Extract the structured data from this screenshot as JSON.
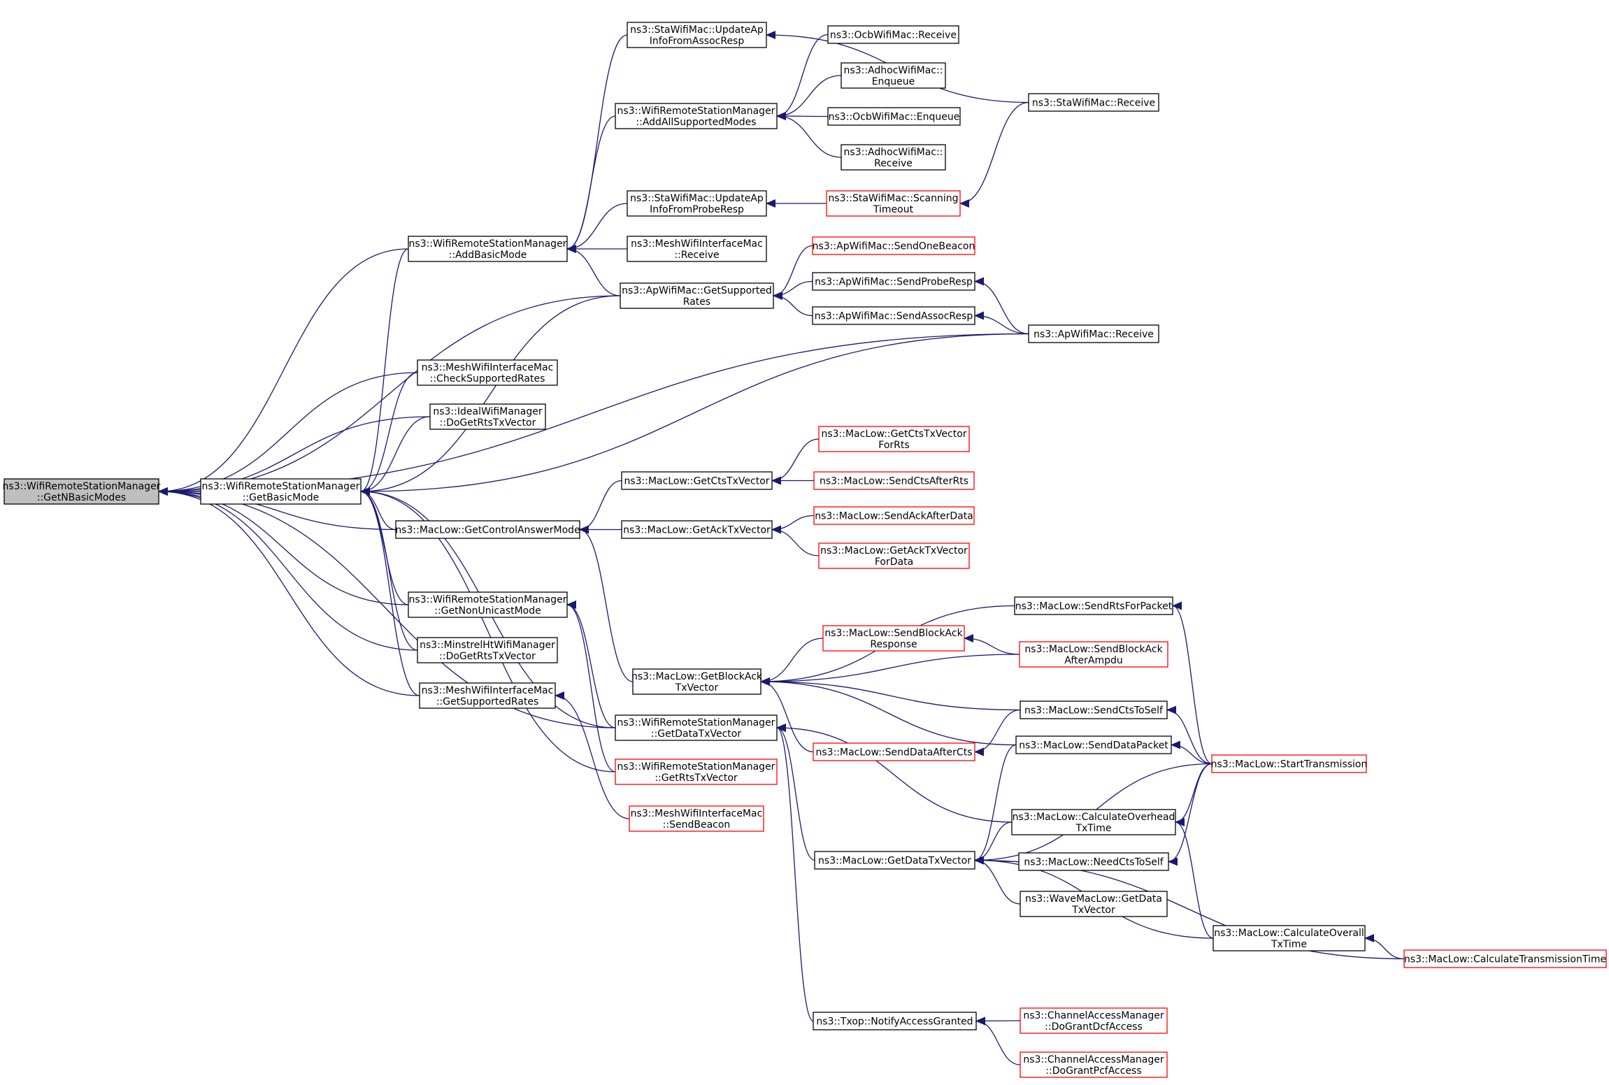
{
  "nodes": {
    "root": {
      "lines": [
        "ns3::WifiRemoteStationManager",
        "::GetNBasicModes"
      ],
      "style": "root"
    },
    "getBasicMode": {
      "lines": [
        "ns3::WifiRemoteStationManager",
        "::GetBasicMode"
      ],
      "style": "normal"
    },
    "addBasicMode": {
      "lines": [
        "ns3::WifiRemoteStationManager",
        "::AddBasicMode"
      ],
      "style": "normal"
    },
    "checkRates": {
      "lines": [
        "ns3::MeshWifiInterfaceMac",
        "::CheckSupportedRates"
      ],
      "style": "normal"
    },
    "idealRts": {
      "lines": [
        "ns3::IdealWifiManager",
        "::DoGetRtsTxVector"
      ],
      "style": "normal"
    },
    "nonUnicast": {
      "lines": [
        "ns3::WifiRemoteStationManager",
        "::GetNonUnicastMode"
      ],
      "style": "normal"
    },
    "minstrelRts": {
      "lines": [
        "ns3::MinstrelHtWifiManager",
        "::DoGetRtsTxVector"
      ],
      "style": "normal"
    },
    "meshSupRates": {
      "lines": [
        "ns3::MeshWifiInterfaceMac",
        "::GetSupportedRates"
      ],
      "style": "normal"
    },
    "staUpdAssoc": {
      "lines": [
        "ns3::StaWifiMac::UpdateAp",
        "InfoFromAssocResp"
      ],
      "style": "normal"
    },
    "addAllModes": {
      "lines": [
        "ns3::WifiRemoteStationManager",
        "::AddAllSupportedModes"
      ],
      "style": "normal"
    },
    "staUpdProbe": {
      "lines": [
        "ns3::StaWifiMac::UpdateAp",
        "InfoFromProbeResp"
      ],
      "style": "normal"
    },
    "meshReceive": {
      "lines": [
        "ns3::MeshWifiInterfaceMac",
        "::Receive"
      ],
      "style": "normal"
    },
    "apSupRates": {
      "lines": [
        "ns3::ApWifiMac::GetSupported",
        "Rates"
      ],
      "style": "normal"
    },
    "ctrlAnswer": {
      "lines": [
        "ns3::MacLow::GetControlAnswerMode"
      ],
      "style": "normal"
    },
    "getCtsTx": {
      "lines": [
        "ns3::MacLow::GetCtsTxVector"
      ],
      "style": "normal"
    },
    "getAckTx": {
      "lines": [
        "ns3::MacLow::GetAckTxVector"
      ],
      "style": "normal"
    },
    "getBlockAck": {
      "lines": [
        "ns3::MacLow::GetBlockAck",
        "TxVector"
      ],
      "style": "normal"
    },
    "wrsmDataTx": {
      "lines": [
        "ns3::WifiRemoteStationManager",
        "::GetDataTxVector"
      ],
      "style": "normal"
    },
    "wrsmRtsTx": {
      "lines": [
        "ns3::WifiRemoteStationManager",
        "::GetRtsTxVector"
      ],
      "style": "red"
    },
    "meshBeacon": {
      "lines": [
        "ns3::MeshWifiInterfaceMac",
        "::SendBeacon"
      ],
      "style": "red"
    },
    "macDataTx": {
      "lines": [
        "ns3::MacLow::GetDataTxVector"
      ],
      "style": "normal"
    },
    "notifyAccess": {
      "lines": [
        "ns3::Txop::NotifyAccessGranted"
      ],
      "style": "normal"
    },
    "ocbReceive": {
      "lines": [
        "ns3::OcbWifiMac::Receive"
      ],
      "style": "normal"
    },
    "adhocEnqueue": {
      "lines": [
        "ns3::AdhocWifiMac::",
        "Enqueue"
      ],
      "style": "normal"
    },
    "ocbEnqueue": {
      "lines": [
        "ns3::OcbWifiMac::Enqueue"
      ],
      "style": "normal"
    },
    "adhocReceive": {
      "lines": [
        "ns3::AdhocWifiMac::",
        "Receive"
      ],
      "style": "normal"
    },
    "staScanTimeout": {
      "lines": [
        "ns3::StaWifiMac::Scanning",
        "Timeout"
      ],
      "style": "red"
    },
    "apOneBeacon": {
      "lines": [
        "ns3::ApWifiMac::SendOneBeacon"
      ],
      "style": "red"
    },
    "apProbeResp": {
      "lines": [
        "ns3::ApWifiMac::SendProbeResp"
      ],
      "style": "normal"
    },
    "apAssocResp": {
      "lines": [
        "ns3::ApWifiMac::SendAssocResp"
      ],
      "style": "normal"
    },
    "ctsForRts": {
      "lines": [
        "ns3::MacLow::GetCtsTxVector",
        "ForRts"
      ],
      "style": "red"
    },
    "ctsAfterRts": {
      "lines": [
        "ns3::MacLow::SendCtsAfterRts"
      ],
      "style": "red"
    },
    "ackAfterData": {
      "lines": [
        "ns3::MacLow::SendAckAfterData"
      ],
      "style": "red"
    },
    "ackForData": {
      "lines": [
        "ns3::MacLow::GetAckTxVector",
        "ForData"
      ],
      "style": "red"
    },
    "blockAckResp": {
      "lines": [
        "ns3::MacLow::SendBlockAck",
        "Response"
      ],
      "style": "red"
    },
    "dataAfterCts": {
      "lines": [
        "ns3::MacLow::SendDataAfterCts"
      ],
      "style": "red"
    },
    "staReceive": {
      "lines": [
        "ns3::StaWifiMac::Receive"
      ],
      "style": "normal"
    },
    "apReceive": {
      "lines": [
        "ns3::ApWifiMac::Receive"
      ],
      "style": "normal"
    },
    "rtsForPacket": {
      "lines": [
        "ns3::MacLow::SendRtsForPacket"
      ],
      "style": "normal"
    },
    "blockAckAmpdu": {
      "lines": [
        "ns3::MacLow::SendBlockAck",
        "AfterAmpdu"
      ],
      "style": "red"
    },
    "ctsToSelf": {
      "lines": [
        "ns3::MacLow::SendCtsToSelf"
      ],
      "style": "normal"
    },
    "dataPacket": {
      "lines": [
        "ns3::MacLow::SendDataPacket"
      ],
      "style": "normal"
    },
    "calcOverhead": {
      "lines": [
        "ns3::MacLow::CalculateOverhead",
        "TxTime"
      ],
      "style": "normal"
    },
    "needCts": {
      "lines": [
        "ns3::MacLow::NeedCtsToSelf"
      ],
      "style": "normal"
    },
    "waveDataTx": {
      "lines": [
        "ns3::WaveMacLow::GetData",
        "TxVector"
      ],
      "style": "normal"
    },
    "calcOverall": {
      "lines": [
        "ns3::MacLow::CalculateOverall",
        "TxTime"
      ],
      "style": "normal"
    },
    "startTx": {
      "lines": [
        "ns3::MacLow::StartTransmission"
      ],
      "style": "red"
    },
    "calcTxTime": {
      "lines": [
        "ns3::MacLow::CalculateTransmissionTime"
      ],
      "style": "red"
    },
    "grantDcf": {
      "lines": [
        "ns3::ChannelAccessManager",
        "::DoGrantDcfAccess"
      ],
      "style": "red"
    },
    "grantPcf": {
      "lines": [
        "ns3::ChannelAccessManager",
        "::DoGrantPcfAccess"
      ],
      "style": "red"
    }
  },
  "edges": [
    [
      "getBasicMode",
      "root"
    ],
    [
      "addBasicMode",
      "root"
    ],
    [
      "checkRates",
      "root"
    ],
    [
      "idealRts",
      "root"
    ],
    [
      "nonUnicast",
      "root"
    ],
    [
      "minstrelRts",
      "root"
    ],
    [
      "meshSupRates",
      "root"
    ],
    [
      "apSupRates",
      "root"
    ],
    [
      "apReceive",
      "root"
    ],
    [
      "ctrlAnswer",
      "root"
    ],
    [
      "wrsmDataTx",
      "root"
    ],
    [
      "addBasicMode",
      "getBasicMode"
    ],
    [
      "checkRates",
      "getBasicMode"
    ],
    [
      "idealRts",
      "getBasicMode"
    ],
    [
      "nonUnicast",
      "getBasicMode"
    ],
    [
      "minstrelRts",
      "getBasicMode"
    ],
    [
      "meshSupRates",
      "getBasicMode"
    ],
    [
      "apSupRates",
      "getBasicMode"
    ],
    [
      "apReceive",
      "getBasicMode"
    ],
    [
      "ctrlAnswer",
      "getBasicMode"
    ],
    [
      "wrsmDataTx",
      "getBasicMode"
    ],
    [
      "wrsmRtsTx",
      "getBasicMode"
    ],
    [
      "staUpdAssoc",
      "addBasicMode"
    ],
    [
      "addAllModes",
      "addBasicMode"
    ],
    [
      "staUpdProbe",
      "addBasicMode"
    ],
    [
      "meshReceive",
      "addBasicMode"
    ],
    [
      "apSupRates",
      "addBasicMode"
    ],
    [
      "ocbReceive",
      "addAllModes"
    ],
    [
      "adhocEnqueue",
      "addAllModes"
    ],
    [
      "ocbEnqueue",
      "addAllModes"
    ],
    [
      "adhocReceive",
      "addAllModes"
    ],
    [
      "staReceive",
      "staUpdAssoc"
    ],
    [
      "staScanTimeout",
      "staUpdProbe"
    ],
    [
      "staReceive",
      "staScanTimeout"
    ],
    [
      "apOneBeacon",
      "apSupRates"
    ],
    [
      "apProbeResp",
      "apSupRates"
    ],
    [
      "apAssocResp",
      "apSupRates"
    ],
    [
      "apReceive",
      "apProbeResp"
    ],
    [
      "apReceive",
      "apAssocResp"
    ],
    [
      "getCtsTx",
      "ctrlAnswer"
    ],
    [
      "getAckTx",
      "ctrlAnswer"
    ],
    [
      "getBlockAck",
      "ctrlAnswer"
    ],
    [
      "ctsForRts",
      "getCtsTx"
    ],
    [
      "ctsAfterRts",
      "getCtsTx"
    ],
    [
      "ackAfterData",
      "getAckTx"
    ],
    [
      "ackForData",
      "getAckTx"
    ],
    [
      "rtsForPacket",
      "getBlockAck"
    ],
    [
      "blockAckResp",
      "getBlockAck"
    ],
    [
      "blockAckAmpdu",
      "getBlockAck"
    ],
    [
      "ctsToSelf",
      "getBlockAck"
    ],
    [
      "dataAfterCts",
      "getBlockAck"
    ],
    [
      "dataPacket",
      "getBlockAck"
    ],
    [
      "blockAckAmpdu",
      "blockAckResp"
    ],
    [
      "ctsToSelf",
      "dataAfterCts"
    ],
    [
      "wrsmDataTx",
      "nonUnicast"
    ],
    [
      "wrsmRtsTx",
      "nonUnicast"
    ],
    [
      "meshBeacon",
      "meshSupRates"
    ],
    [
      "macDataTx",
      "wrsmDataTx"
    ],
    [
      "notifyAccess",
      "wrsmDataTx"
    ],
    [
      "calcOverhead",
      "wrsmDataTx"
    ],
    [
      "dataPacket",
      "macDataTx"
    ],
    [
      "startTx",
      "macDataTx"
    ],
    [
      "calcOverhead",
      "macDataTx"
    ],
    [
      "needCts",
      "macDataTx"
    ],
    [
      "waveDataTx",
      "macDataTx"
    ],
    [
      "calcOverall",
      "macDataTx"
    ],
    [
      "calcTxTime",
      "macDataTx"
    ],
    [
      "grantDcf",
      "notifyAccess"
    ],
    [
      "grantPcf",
      "notifyAccess"
    ],
    [
      "startTx",
      "rtsForPacket"
    ],
    [
      "startTx",
      "ctsToSelf"
    ],
    [
      "startTx",
      "dataPacket"
    ],
    [
      "startTx",
      "calcOverhead"
    ],
    [
      "startTx",
      "needCts"
    ],
    [
      "calcOverall",
      "calcOverhead"
    ],
    [
      "calcTxTime",
      "calcOverall"
    ]
  ]
}
